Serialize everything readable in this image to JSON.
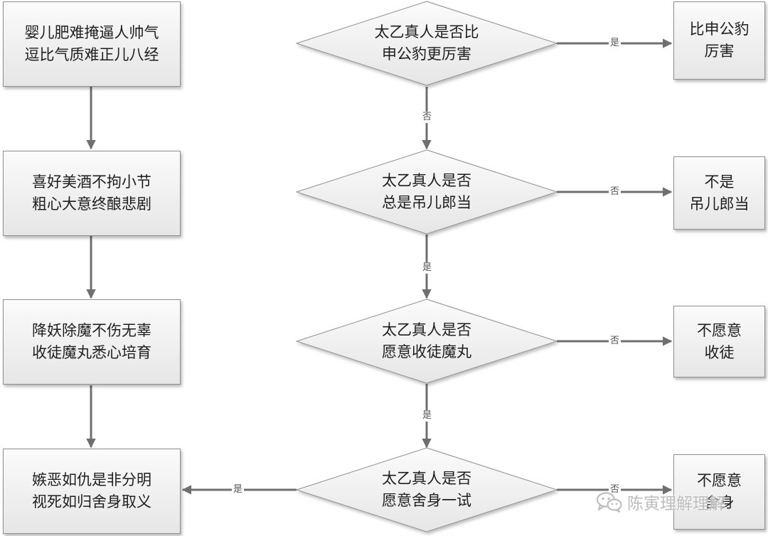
{
  "left_column": [
    [
      "婴儿肥难掩逼人帅气",
      "逗比气质难正儿八经"
    ],
    [
      "喜好美酒不拘小节",
      "粗心大意终酿悲剧"
    ],
    [
      "降妖除魔不伤无辜",
      "收徒魔丸悉心培育"
    ],
    [
      "嫉恶如仇是非分明",
      "视死如归舍身取义"
    ]
  ],
  "decisions": [
    [
      "太乙真人是否比",
      "申公豹更厉害"
    ],
    [
      "太乙真人是否",
      "总是吊儿郎当"
    ],
    [
      "太乙真人是否",
      "愿意收徒魔丸"
    ],
    [
      "太乙真人是否",
      "愿意舍身一试"
    ]
  ],
  "outcomes": [
    [
      "比申公豹",
      "厉害"
    ],
    [
      "不是",
      "吊儿郎当"
    ],
    [
      "不愿意",
      "收徒"
    ],
    [
      "不愿意",
      "舍身"
    ]
  ],
  "edge_labels": {
    "d1_right": "是",
    "d1_down": "否",
    "d2_right": "否",
    "d2_down": "是",
    "d3_right": "否",
    "d3_down": "是",
    "d4_left": "是",
    "d4_right": "否"
  },
  "watermark": "陈寅理解理解",
  "colors": {
    "line": "#6f6f6f",
    "shape_border": "#8f8f8f",
    "fill_top": "#fbfbfb",
    "fill_bottom": "#e6e6e6",
    "watermark": "#bdbdbd"
  }
}
